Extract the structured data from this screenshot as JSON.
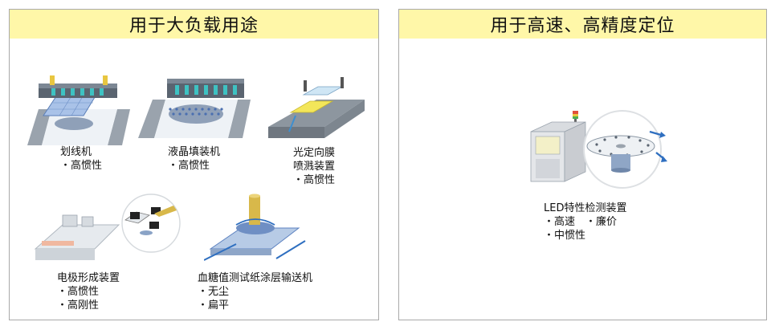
{
  "left_panel": {
    "title": "用于大负载用途",
    "items": [
      {
        "lines": [
          "划线机",
          "・高惯性"
        ]
      },
      {
        "lines": [
          "液晶填装机",
          "・高惯性"
        ]
      },
      {
        "lines": [
          "光定向膜",
          "喷溅装置",
          "・高惯性"
        ]
      },
      {
        "lines": [
          "电极形成装置",
          "・高惯性",
          "・高刚性"
        ]
      },
      {
        "lines": [
          "血糖值测试纸涂层输送机",
          "・无尘",
          "・扁平"
        ]
      }
    ]
  },
  "right_panel": {
    "title": "用于高速、高精度定位",
    "item": {
      "lines": [
        "LED特性检测装置",
        "・高速　・廉价",
        "・中惯性"
      ]
    }
  }
}
